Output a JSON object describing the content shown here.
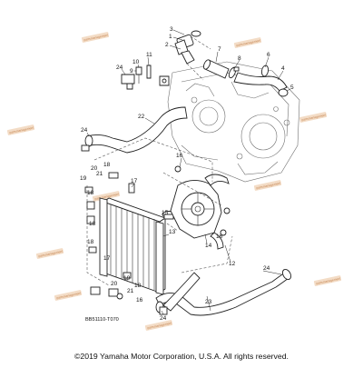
{
  "diagram": {
    "part_numbers": [
      "1",
      "2",
      "3",
      "4",
      "5",
      "6",
      "7",
      "8",
      "9",
      "10",
      "11",
      "12",
      "13",
      "14",
      "15",
      "16",
      "17",
      "18",
      "19",
      "20",
      "21",
      "22",
      "23",
      "24"
    ],
    "drawing_code": "BB51110-T070",
    "watermark": "partsmanagement",
    "colors": {
      "line": "#222222",
      "watermark": "#c78a58",
      "watermark_bg": "#f3dcc6"
    }
  },
  "footer": {
    "copyright": "©2019 Yamaha Motor Corporation, U.S.A. All rights reserved."
  }
}
